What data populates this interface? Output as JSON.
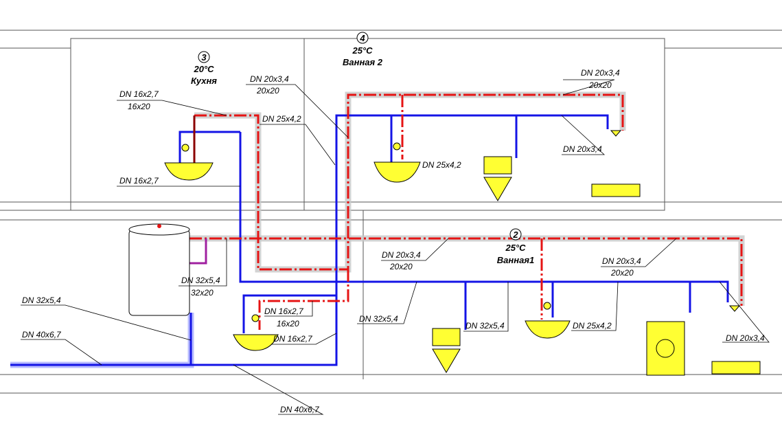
{
  "rooms": {
    "kitchen": {
      "number": "3",
      "temp": "20°C",
      "name": "Кухня"
    },
    "bath2": {
      "number": "4",
      "temp": "25°C",
      "name": "Ванная 2"
    },
    "bath1": {
      "number": "2",
      "temp": "25°C",
      "name": "Ванная1"
    }
  },
  "labels": {
    "l1a": "DN 16x2,7",
    "l1b": "16x20",
    "l2": "DN 16x2,7",
    "l3a": "DN 20x3,4",
    "l3b": "20x20",
    "l4": "DN 25x4,2",
    "l5": "DN 25x4,2",
    "l6a": "DN 20x3,4",
    "l6b": "20x20",
    "l7": "DN 20x3,4",
    "l8a": "DN 32x5,4",
    "l8b": "32x20",
    "l9a": "DN 20x3,4",
    "l9b": "20x20",
    "l10a": "DN 20x3,4",
    "l10b": "20x20",
    "l11": "DN 32x5,4",
    "l12": "DN 40x6,7",
    "l13a": "DN 16x2,7",
    "l13b": "16x20",
    "l14": "DN 16x2,7",
    "l15": "DN 32x5,4",
    "l16": "DN 32x5,4",
    "l17": "DN 25x4,2",
    "l18": "DN 20x3,4",
    "l19": "DN 40x6,7"
  },
  "colors": {
    "cold": "#1414e6",
    "hot": "#e61414",
    "fixture": "#ffff33",
    "circulation": "#a020a0"
  }
}
